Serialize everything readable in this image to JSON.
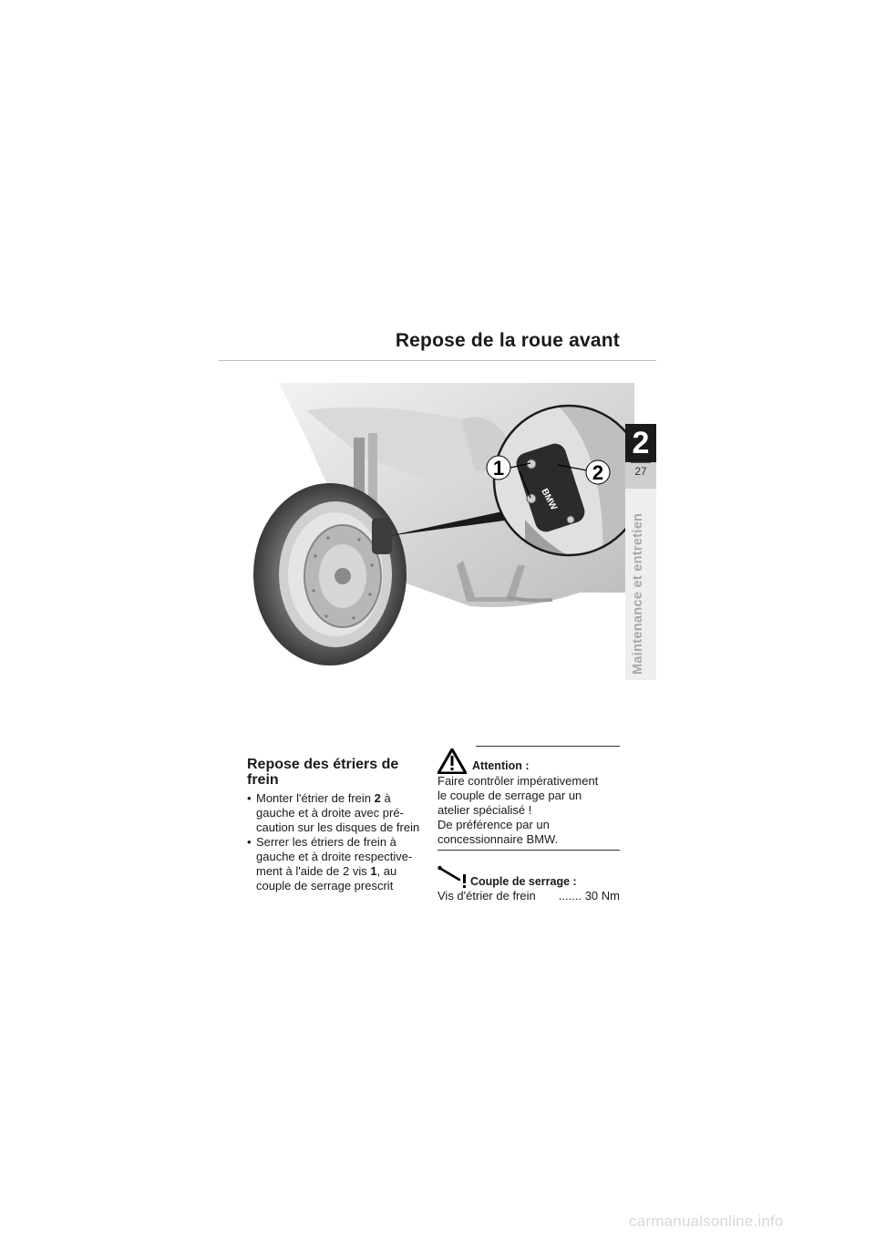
{
  "header": {
    "title": "Repose de la roue avant"
  },
  "chapter": {
    "number": "2",
    "page": "27",
    "side_label": "Maintenance et entretien"
  },
  "figure": {
    "callout_1": "1",
    "callout_2": "2",
    "caliper_logo": "BMW"
  },
  "left_column": {
    "heading": "Repose des étriers de frein",
    "bullets": [
      {
        "pre": "Monter l'étrier de frein ",
        "bold": "2",
        "post": " à gauche et à droite avec pré-caution sur les disques de frein"
      },
      {
        "pre": "Serrer les étriers de frein à gauche et à droite respective-ment à l'aide de 2 vis ",
        "bold": "1",
        "post": ", au couple de serrage prescrit"
      }
    ]
  },
  "warning": {
    "icon": "warning-triangle-icon",
    "label": "Attention :",
    "lines": [
      "Faire contrôler impérativement",
      "le couple de serrage par un",
      "atelier spécialisé !",
      "De préférence par un",
      "concessionnaire BMW."
    ]
  },
  "torque": {
    "icon": "torque-wrench-icon",
    "label": "Couple de serrage :",
    "item": "Vis d'étrier de frein",
    "dots": ".......",
    "value": "30 Nm"
  },
  "footer": {
    "watermark": "carmanualsonline.info"
  }
}
